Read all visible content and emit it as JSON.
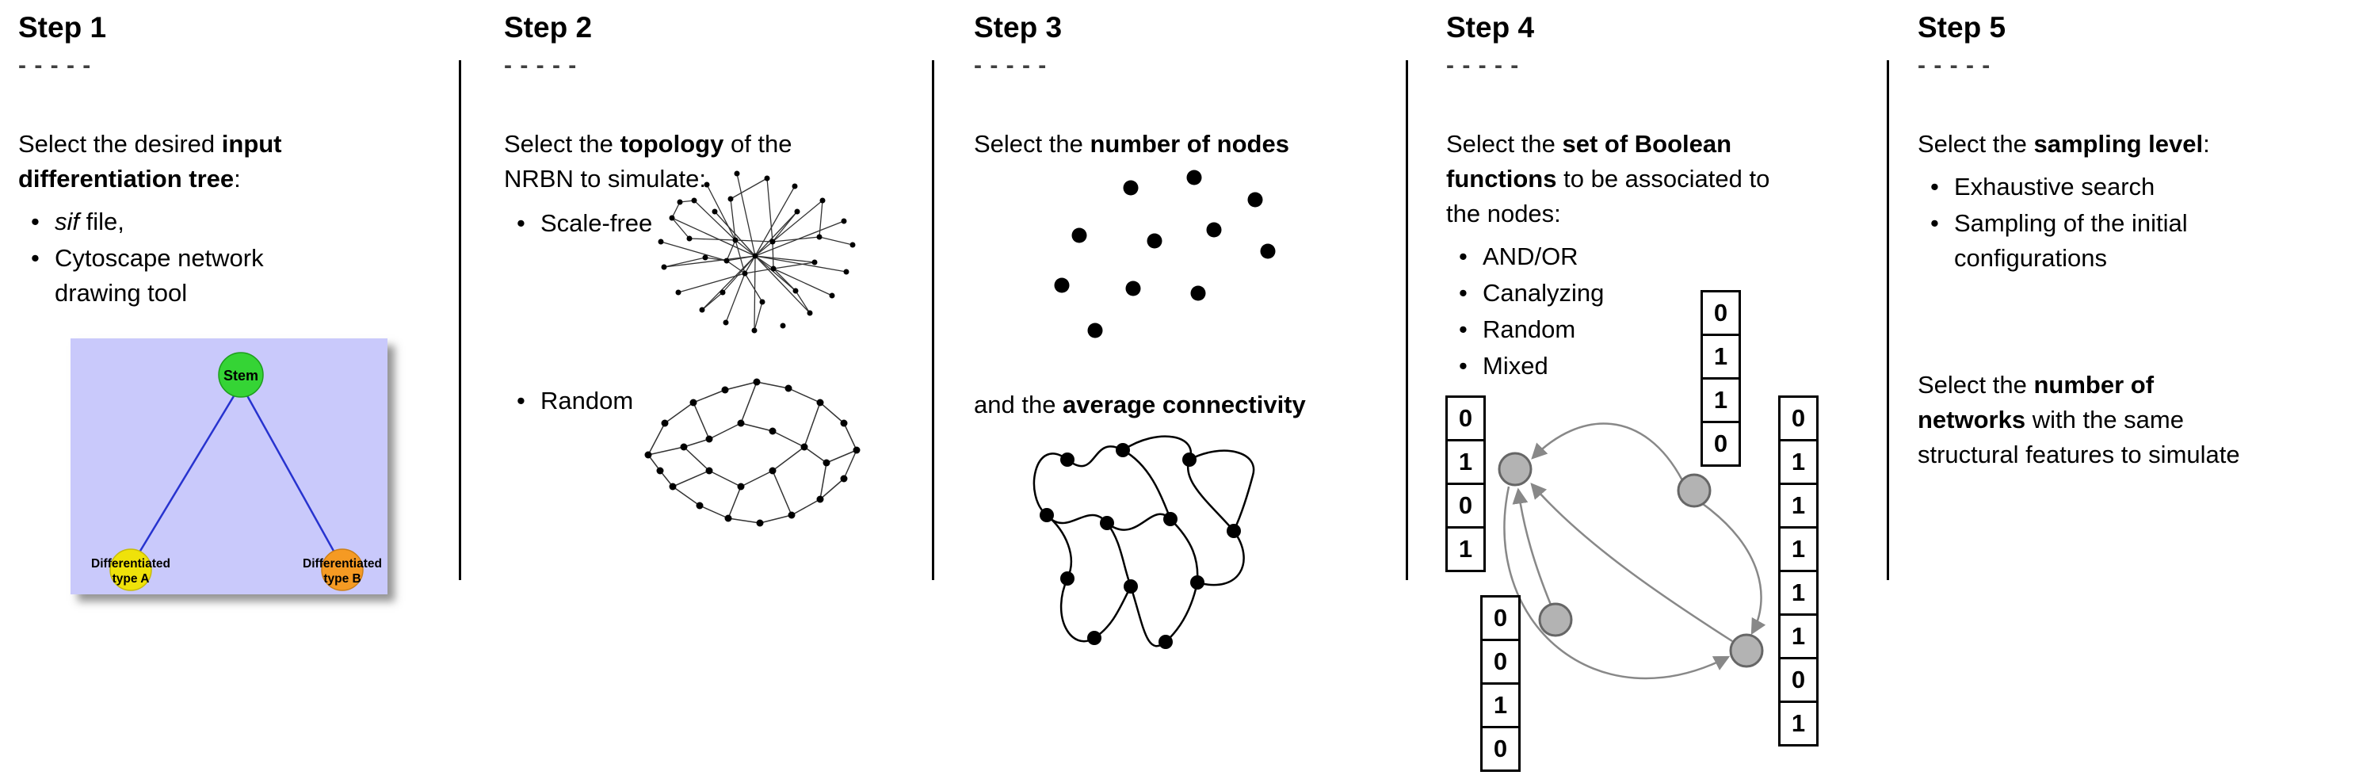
{
  "figure": {
    "steps": [
      {
        "title": "Step 1",
        "dashes": "- - - - -",
        "intro_lines": [
          [
            {
              "t": "Select the desired "
            },
            {
              "t": "input",
              "b": true
            }
          ],
          [
            {
              "t": "differentiation tree",
              "b": true
            },
            {
              "t": ":"
            }
          ]
        ],
        "bullets": [
          [
            [
              {
                "t": "sif",
                "i": true
              },
              {
                "t": " file,"
              }
            ]
          ],
          [
            [
              {
                "t": "Cytoscape network"
              }
            ],
            [
              {
                "t": "drawing tool"
              }
            ]
          ]
        ],
        "tree": {
          "stem": "Stem",
          "type_a": [
            "Differentiated",
            "type A"
          ],
          "type_b": [
            "Differentiated",
            "type B"
          ]
        }
      },
      {
        "title": "Step 2",
        "dashes": "- - - - -",
        "intro_lines": [
          [
            {
              "t": "Select the "
            },
            {
              "t": "topology",
              "b": true
            },
            {
              "t": " of the"
            }
          ],
          [
            {
              "t": "NRBN to simulate:"
            }
          ]
        ],
        "bullets": [
          [
            [
              {
                "t": "Scale-free"
              }
            ]
          ],
          [
            [
              {
                "t": "Random"
              }
            ]
          ]
        ]
      },
      {
        "title": "Step 3",
        "dashes": "- - - - -",
        "intro_lines": [
          [
            {
              "t": "Select the "
            },
            {
              "t": "number of nodes",
              "b": true
            }
          ]
        ],
        "connectivity_lines": [
          [
            {
              "t": "and the "
            },
            {
              "t": "average connectivity",
              "b": true
            }
          ]
        ]
      },
      {
        "title": "Step 4",
        "dashes": "- - - - -",
        "intro_lines": [
          [
            {
              "t": "Select the "
            },
            {
              "t": "set of Boolean",
              "b": true
            }
          ],
          [
            {
              "t": "functions",
              "b": true
            },
            {
              "t": " to be associated to"
            }
          ],
          [
            {
              "t": "the nodes:"
            }
          ]
        ],
        "bullets": [
          [
            [
              {
                "t": "AND/OR"
              }
            ]
          ],
          [
            [
              {
                "t": "Canalyzing"
              }
            ]
          ],
          [
            [
              {
                "t": "Random"
              }
            ]
          ],
          [
            [
              {
                "t": "Mixed"
              }
            ]
          ]
        ],
        "truth_tables": {
          "top": [
            "0",
            "1",
            "1",
            "0"
          ],
          "left": [
            "0",
            "1",
            "0",
            "1"
          ],
          "bottom_left": [
            "0",
            "0",
            "1",
            "0"
          ],
          "right": [
            "0",
            "1",
            "1",
            "1",
            "1",
            "1",
            "0",
            "1"
          ]
        }
      },
      {
        "title": "Step 5",
        "dashes": "- - - - -",
        "intro_lines": [
          [
            {
              "t": "Select the "
            },
            {
              "t": "sampling level",
              "b": true
            },
            {
              "t": ":"
            }
          ]
        ],
        "bullets": [
          [
            [
              {
                "t": "Exhaustive search"
              }
            ]
          ],
          [
            [
              {
                "t": "Sampling of the initial"
              }
            ],
            [
              {
                "t": "configurations"
              }
            ]
          ]
        ],
        "networks_lines": [
          [
            {
              "t": "Select the "
            },
            {
              "t": "number of",
              "b": true
            }
          ],
          [
            {
              "t": "networks",
              "b": true
            },
            {
              "t": " with the same"
            }
          ],
          [
            {
              "t": "structural features to simulate"
            }
          ]
        ]
      }
    ],
    "colors": {
      "tree_background": "#c9c9fb",
      "tree_edge": "#2733cf",
      "stem_fill": "#35d435",
      "type_a_fill": "#efe20a",
      "type_b_fill": "#f59a23",
      "boolean_node_fill": "#b3b3b3",
      "boolean_node_stroke": "#666666",
      "boolean_edge": "#888888"
    }
  }
}
